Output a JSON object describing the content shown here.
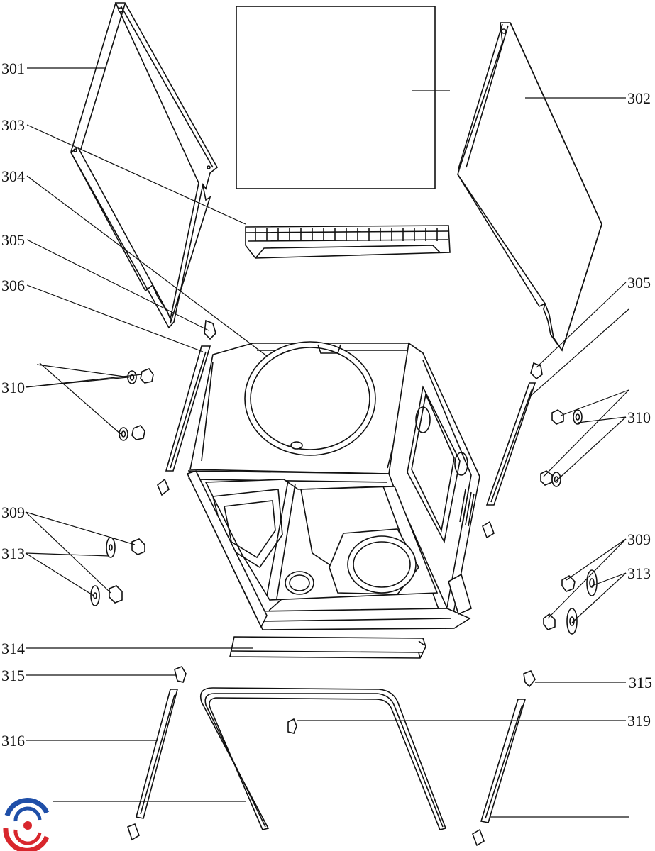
{
  "diagram": {
    "labels": {
      "l301": "301",
      "l302": "302",
      "l303": "303",
      "l304": "304",
      "l305_left": "305",
      "l305_right": "305",
      "l306": "306",
      "l309_left": "309",
      "l309_right": "309",
      "l310_left": "310",
      "l310_right": "310",
      "l313_left": "313",
      "l313_right": "313",
      "l314": "314",
      "l315_left": "315",
      "l315_right": "315",
      "l316": "316",
      "l319": "319"
    },
    "logo": {
      "colors": [
        "#1f4fa8",
        "#d8262c"
      ],
      "icon": "brand-logo-icon"
    }
  }
}
